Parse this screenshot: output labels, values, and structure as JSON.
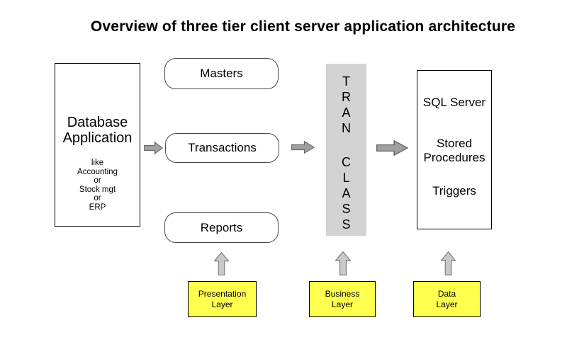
{
  "title": "Overview of three tier client server application architecture",
  "database_box": {
    "title": "Database Application",
    "details": [
      "like",
      "Accounting",
      "or",
      "Stock mgt",
      "or",
      "ERP"
    ]
  },
  "modules": [
    {
      "label": "Masters"
    },
    {
      "label": "Transactions"
    },
    {
      "label": "Reports"
    }
  ],
  "tran_bar": {
    "top_word": "TRAN",
    "bottom_word": "CLASS"
  },
  "server_box": {
    "lines": [
      "SQL Server",
      "Stored Procedures",
      "Triggers"
    ]
  },
  "layers": [
    {
      "line1": "Presentation",
      "line2": "Layer"
    },
    {
      "line1": "Business",
      "line2": "Layer"
    },
    {
      "line1": "Data",
      "line2": "Layer"
    }
  ],
  "icons": {
    "flow_arrow": "right-block-arrow",
    "layer_arrow": "up-block-arrow"
  },
  "colors": {
    "background": "#ffffff",
    "bar_fill": "#d3d3d3",
    "layer_fill": "#ffff4d",
    "flow_arrow_fill": "#a0a0a0",
    "flow_arrow_stroke": "#666666",
    "up_arrow_fill": "#c9c9c9",
    "up_arrow_stroke": "#7d7d7d",
    "box_border": "#000000",
    "text": "#000000"
  }
}
